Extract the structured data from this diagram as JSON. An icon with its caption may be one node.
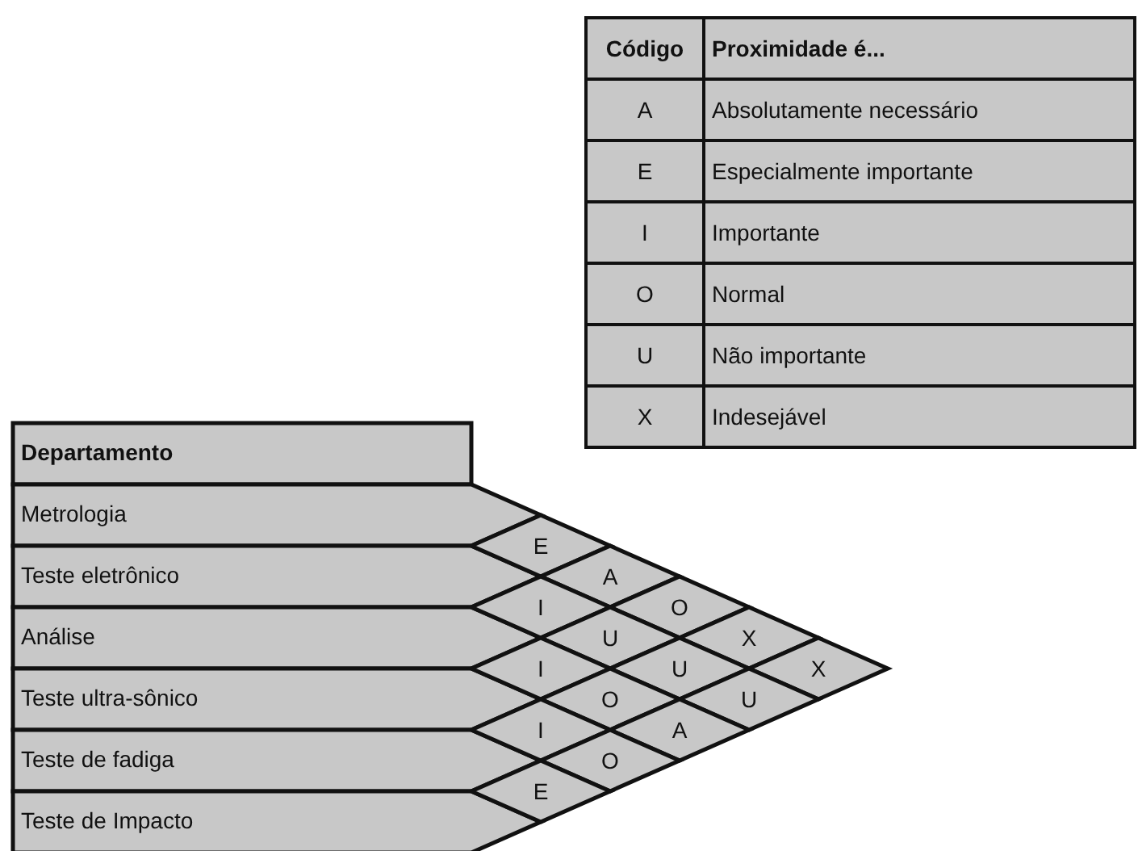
{
  "diagram": {
    "nodes": [
      {
        "text": [
          "Departamento"
        ]
      },
      {
        "text": [
          "Metrologia"
        ]
      },
      {
        "text": [
          "Teste eletrônico"
        ]
      },
      {
        "text": [
          "Análise"
        ]
      },
      {
        "text": [
          "Teste ultra-sônico"
        ]
      },
      {
        "text": [
          "Teste de fadiga"
        ]
      },
      {
        "text": [
          "Teste de Impacto"
        ]
      },
      {
        "text": [
          "E"
        ]
      },
      {
        "text": [
          "A"
        ]
      },
      {
        "text": [
          "I"
        ]
      },
      {
        "text": [
          "O"
        ]
      },
      {
        "text": [
          "U"
        ]
      },
      {
        "text": [
          "X"
        ]
      },
      {
        "text": [
          "I"
        ]
      },
      {
        "text": [
          "U"
        ]
      },
      {
        "text": [
          "X"
        ]
      },
      {
        "text": [
          "O"
        ]
      },
      {
        "text": [
          "U"
        ]
      },
      {
        "text": [
          "I"
        ]
      },
      {
        "text": [
          "A"
        ]
      },
      {
        "text": [
          "O"
        ]
      },
      {
        "text": [
          "E"
        ]
      }
    ],
    "labels": [
      "Código",
      "Proximidade é...",
      "A",
      "Absolutamente necessário",
      "E",
      "Especialmente importante",
      "I",
      "Importante",
      "O",
      "Normal",
      "U",
      "Não importante",
      "X",
      "Indesejável"
    ]
  }
}
